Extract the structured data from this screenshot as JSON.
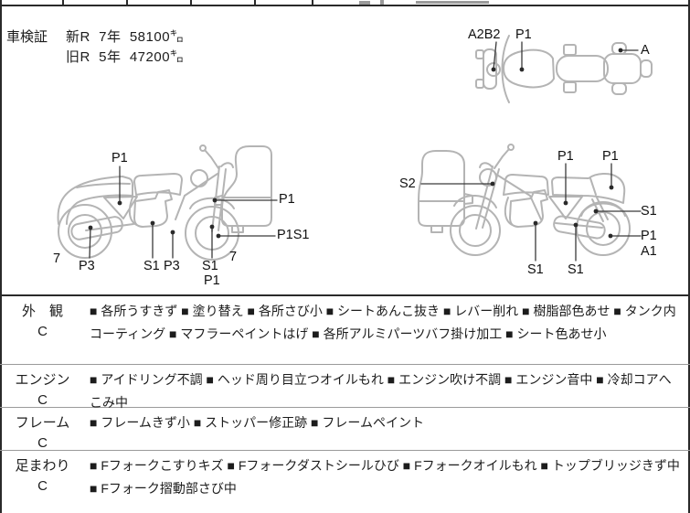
{
  "bullet": "■",
  "colors": {
    "background": "#ffffff",
    "border": "#2a2a2a",
    "divider": "#9a9a9a",
    "diagram_line": "#b4b4b4",
    "text": "#1c1c1c"
  },
  "inspection": {
    "label": "車検証",
    "lines": [
      "新R  7年  58100㌔",
      "旧R  5年  47200㌔"
    ]
  },
  "diagrams": {
    "top_view": {
      "labels": [
        {
          "text": "A2B2"
        },
        {
          "text": "P1"
        },
        {
          "text": "A"
        }
      ]
    },
    "left_side": {
      "labels": [
        {
          "text": "P1"
        },
        {
          "text": "7"
        },
        {
          "text": "P3"
        },
        {
          "text": "S1"
        },
        {
          "text": "P3"
        },
        {
          "text": "S1"
        },
        {
          "text": "P1"
        },
        {
          "text": "7"
        },
        {
          "text": "P1"
        },
        {
          "text": "P1S1"
        }
      ]
    },
    "right_side": {
      "labels": [
        {
          "text": "S2"
        },
        {
          "text": "P1"
        },
        {
          "text": "P1"
        },
        {
          "text": "S1"
        },
        {
          "text": "P1"
        },
        {
          "text": "A1"
        },
        {
          "text": "S1"
        },
        {
          "text": "S1"
        }
      ]
    }
  },
  "sections": [
    {
      "category": "外　観",
      "grade": "C",
      "items": [
        "各所うすきず",
        "塗り替え",
        "各所さび小",
        "シートあんこ抜き",
        "レバー削れ",
        "樹脂部色あせ",
        "タンク内コーティング",
        "マフラーペイントはげ",
        "各所アルミパーツバフ掛け加工",
        "シート色あせ小"
      ]
    },
    {
      "category": "エンジン",
      "grade": "C",
      "items": [
        "アイドリング不調",
        "ヘッド周り目立つオイルもれ",
        "エンジン吹け不調",
        "エンジン音中",
        "冷却コアへこみ中"
      ]
    },
    {
      "category": "フレーム",
      "grade": "C",
      "items": [
        "フレームきず小",
        "ストッパー修正跡",
        "フレームペイント"
      ]
    },
    {
      "category": "足まわり",
      "grade": "C",
      "items": [
        "Fフォークこすりキズ",
        "Fフォークダストシールひび",
        "Fフォークオイルもれ",
        "トップブリッジきず中",
        "Fフォーク摺動部さび中"
      ]
    }
  ]
}
